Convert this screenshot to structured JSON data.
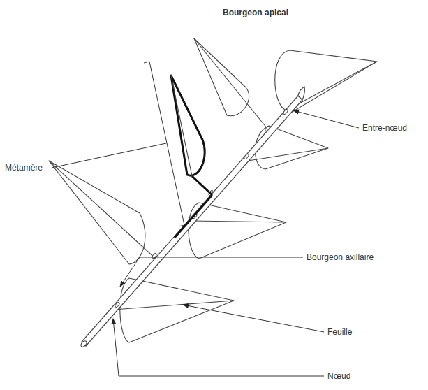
{
  "diagram": {
    "labels": [
      "Bourgeon apical",
      "Métamère",
      "Entre-nœud",
      "Bourgeon axillaire",
      "Feuille",
      "Nœud"
    ]
  }
}
